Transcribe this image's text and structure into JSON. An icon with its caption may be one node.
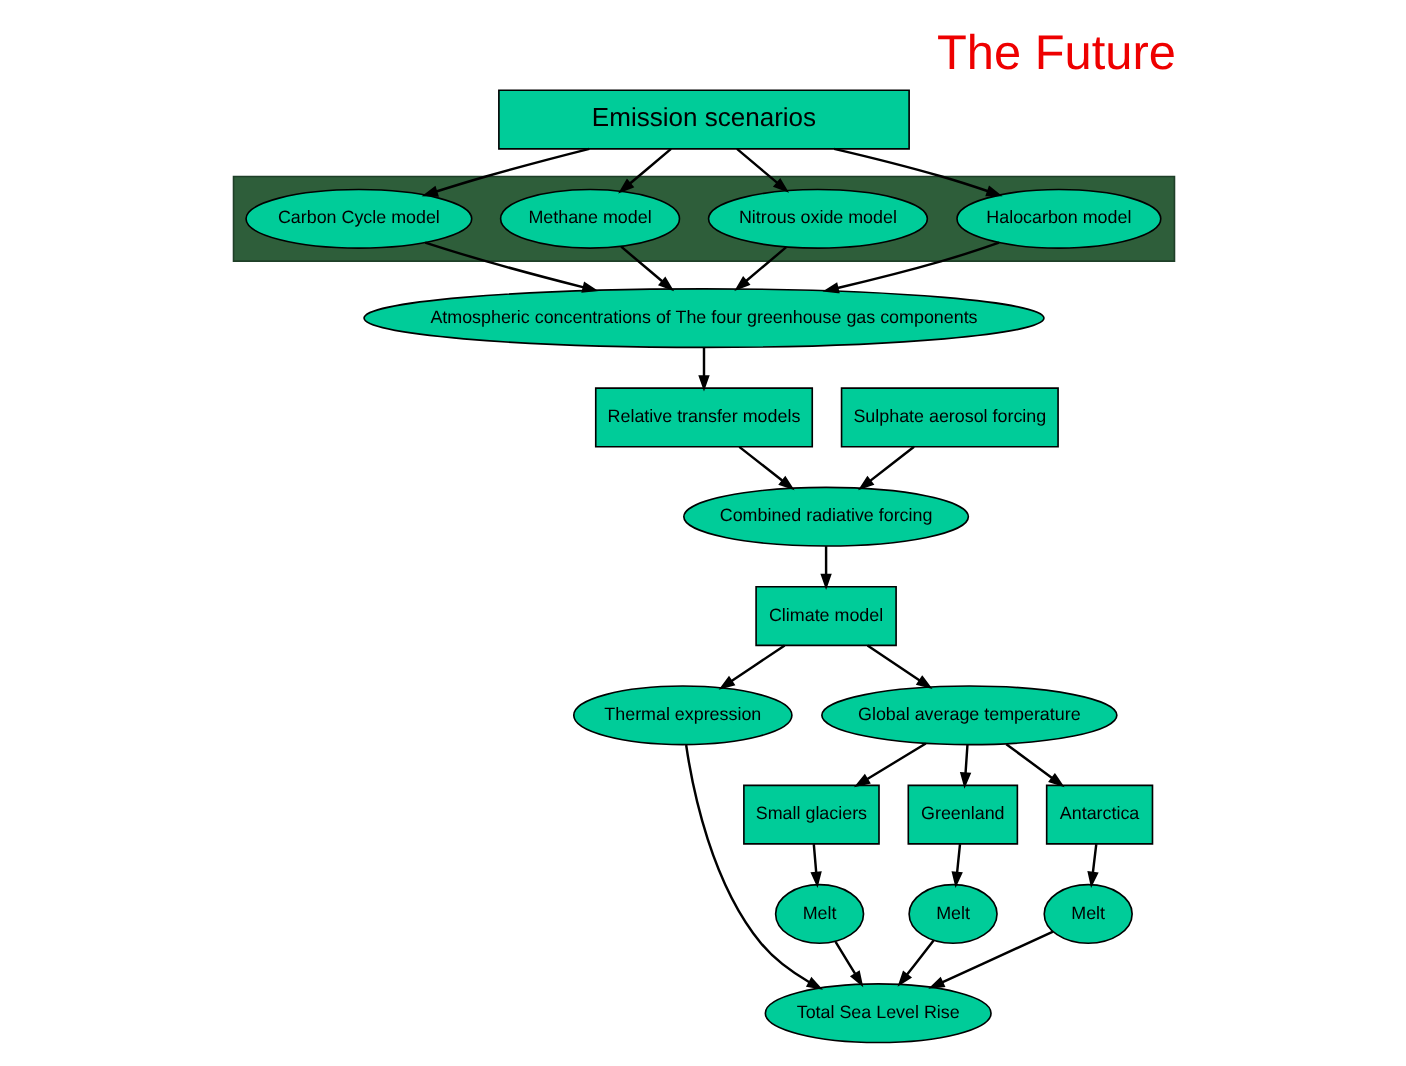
{
  "diagram": {
    "title": "The Future",
    "nodes": [
      {
        "text": [
          "Emission scenarios"
        ]
      },
      {
        "text": [],
        "shape": "box"
      },
      {
        "text": [
          "Carbon Cycle model"
        ],
        "in": 1
      },
      {
        "text": [
          "Methane model"
        ],
        "in": 1
      },
      {
        "text": [
          "Nitrous oxide model"
        ],
        "in": 1
      },
      {
        "text": [
          "Halocarbon model"
        ],
        "in": 1
      },
      {
        "text": [
          "Atmospheric concentrations of The four greenhouse gas components"
        ]
      },
      {
        "text": [
          "Relative transfer models"
        ]
      },
      {
        "text": [
          "Sulphate aerosol forcing"
        ]
      },
      {
        "text": [
          "Combined radiative forcing"
        ]
      },
      {
        "text": [
          "Climate model"
        ]
      },
      {
        "text": [
          "Thermal expression"
        ]
      },
      {
        "text": [
          "Global average temperature"
        ]
      },
      {
        "text": [
          "Small glaciers"
        ]
      },
      {
        "text": [
          "Greenland"
        ]
      },
      {
        "text": [
          "Antarctica"
        ]
      },
      {
        "text": [
          "Melt"
        ]
      },
      {
        "text": [
          "Melt"
        ]
      },
      {
        "text": [
          "Melt"
        ]
      },
      {
        "text": [
          "Total Sea Level Rise"
        ]
      }
    ],
    "edges": [
      {
        "from": 0,
        "to": 2,
        "arrow": "to"
      },
      {
        "from": 0,
        "to": 3,
        "arrow": "to"
      },
      {
        "from": 0,
        "to": 4,
        "arrow": "to"
      },
      {
        "from": 0,
        "to": 5,
        "arrow": "to"
      },
      {
        "from": 2,
        "to": 6,
        "arrow": "to"
      },
      {
        "from": 3,
        "to": 6,
        "arrow": "to"
      },
      {
        "from": 4,
        "to": 6,
        "arrow": "to"
      },
      {
        "from": 5,
        "to": 6,
        "arrow": "to"
      },
      {
        "from": 6,
        "to": 7,
        "arrow": "to"
      },
      {
        "from": 7,
        "to": 9,
        "arrow": "to"
      },
      {
        "from": 8,
        "to": 9,
        "arrow": "to"
      },
      {
        "from": 9,
        "to": 10,
        "arrow": "to"
      },
      {
        "from": 10,
        "to": 11,
        "arrow": "to"
      },
      {
        "from": 10,
        "to": 12,
        "arrow": "to"
      },
      {
        "from": 11,
        "to": 19,
        "arrow": "to"
      },
      {
        "from": 12,
        "to": 13,
        "arrow": "to"
      },
      {
        "from": 12,
        "to": 14,
        "arrow": "to"
      },
      {
        "from": 12,
        "to": 15,
        "arrow": "to"
      },
      {
        "from": 13,
        "to": 16,
        "arrow": "to"
      },
      {
        "from": 14,
        "to": 17,
        "arrow": "to"
      },
      {
        "from": 15,
        "to": 18,
        "arrow": "to"
      },
      {
        "from": 16,
        "to": 19,
        "arrow": "to"
      },
      {
        "from": 17,
        "to": 19,
        "arrow": "to"
      },
      {
        "from": 18,
        "to": 19,
        "arrow": "to"
      }
    ]
  }
}
